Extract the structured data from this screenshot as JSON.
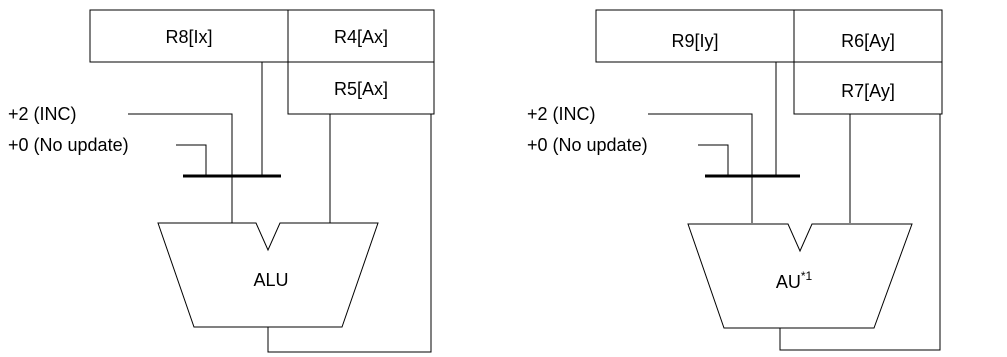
{
  "left_unit": {
    "index_register": "R8[Ix]",
    "address_register_a": "R4[Ax]",
    "address_register_b": "R5[Ax]",
    "input_inc": "+2 (INC)",
    "input_no_update": "+0 (No update)",
    "unit_label": "ALU",
    "unit_superscript": ""
  },
  "right_unit": {
    "index_register": "R9[Iy]",
    "address_register_a": "R6[Ay]",
    "address_register_b": "R7[Ay]",
    "input_inc": "+2 (INC)",
    "input_no_update": "+0 (No update)",
    "unit_label": "AU",
    "unit_superscript": "*1"
  }
}
